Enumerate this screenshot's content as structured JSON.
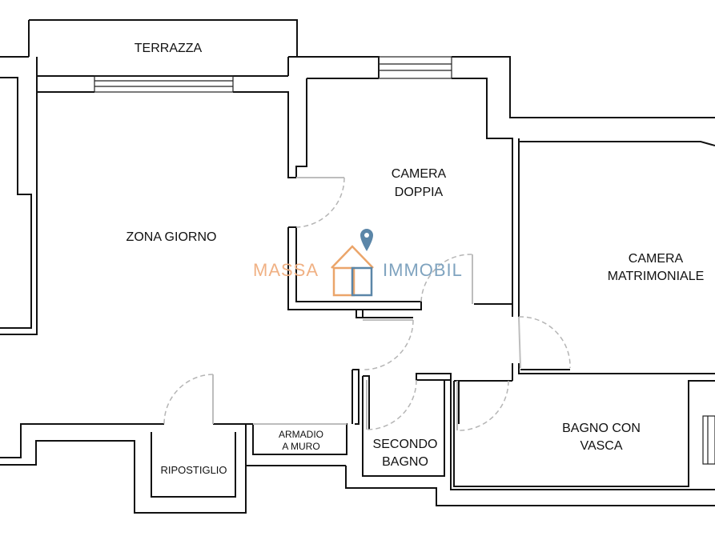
{
  "rooms": {
    "terrazza": "TERRAZZA",
    "zona_giorno": "ZONA GIORNO",
    "camera_doppia": [
      "CAMERA",
      "DOPPIA"
    ],
    "camera_matrimoniale": [
      "CAMERA",
      "MATRIMONIALE"
    ],
    "bagno_con_vasca": [
      "BAGNO CON",
      "VASCA"
    ],
    "secondo_bagno": [
      "SECONDO",
      "BAGNO"
    ],
    "armadio_a_muro": [
      "ARMADIO",
      "A MURO"
    ],
    "ripostiglio": "RIPOSTIGLIO"
  },
  "watermark": {
    "left_text": "MASSA",
    "right_text": "IMMOBIL",
    "colors": {
      "left": "#f0b184",
      "right": "#7fa3bf",
      "house_orange": "#eba56a",
      "house_blue": "#5b86a8"
    },
    "icon": "house-with-location-pin"
  }
}
